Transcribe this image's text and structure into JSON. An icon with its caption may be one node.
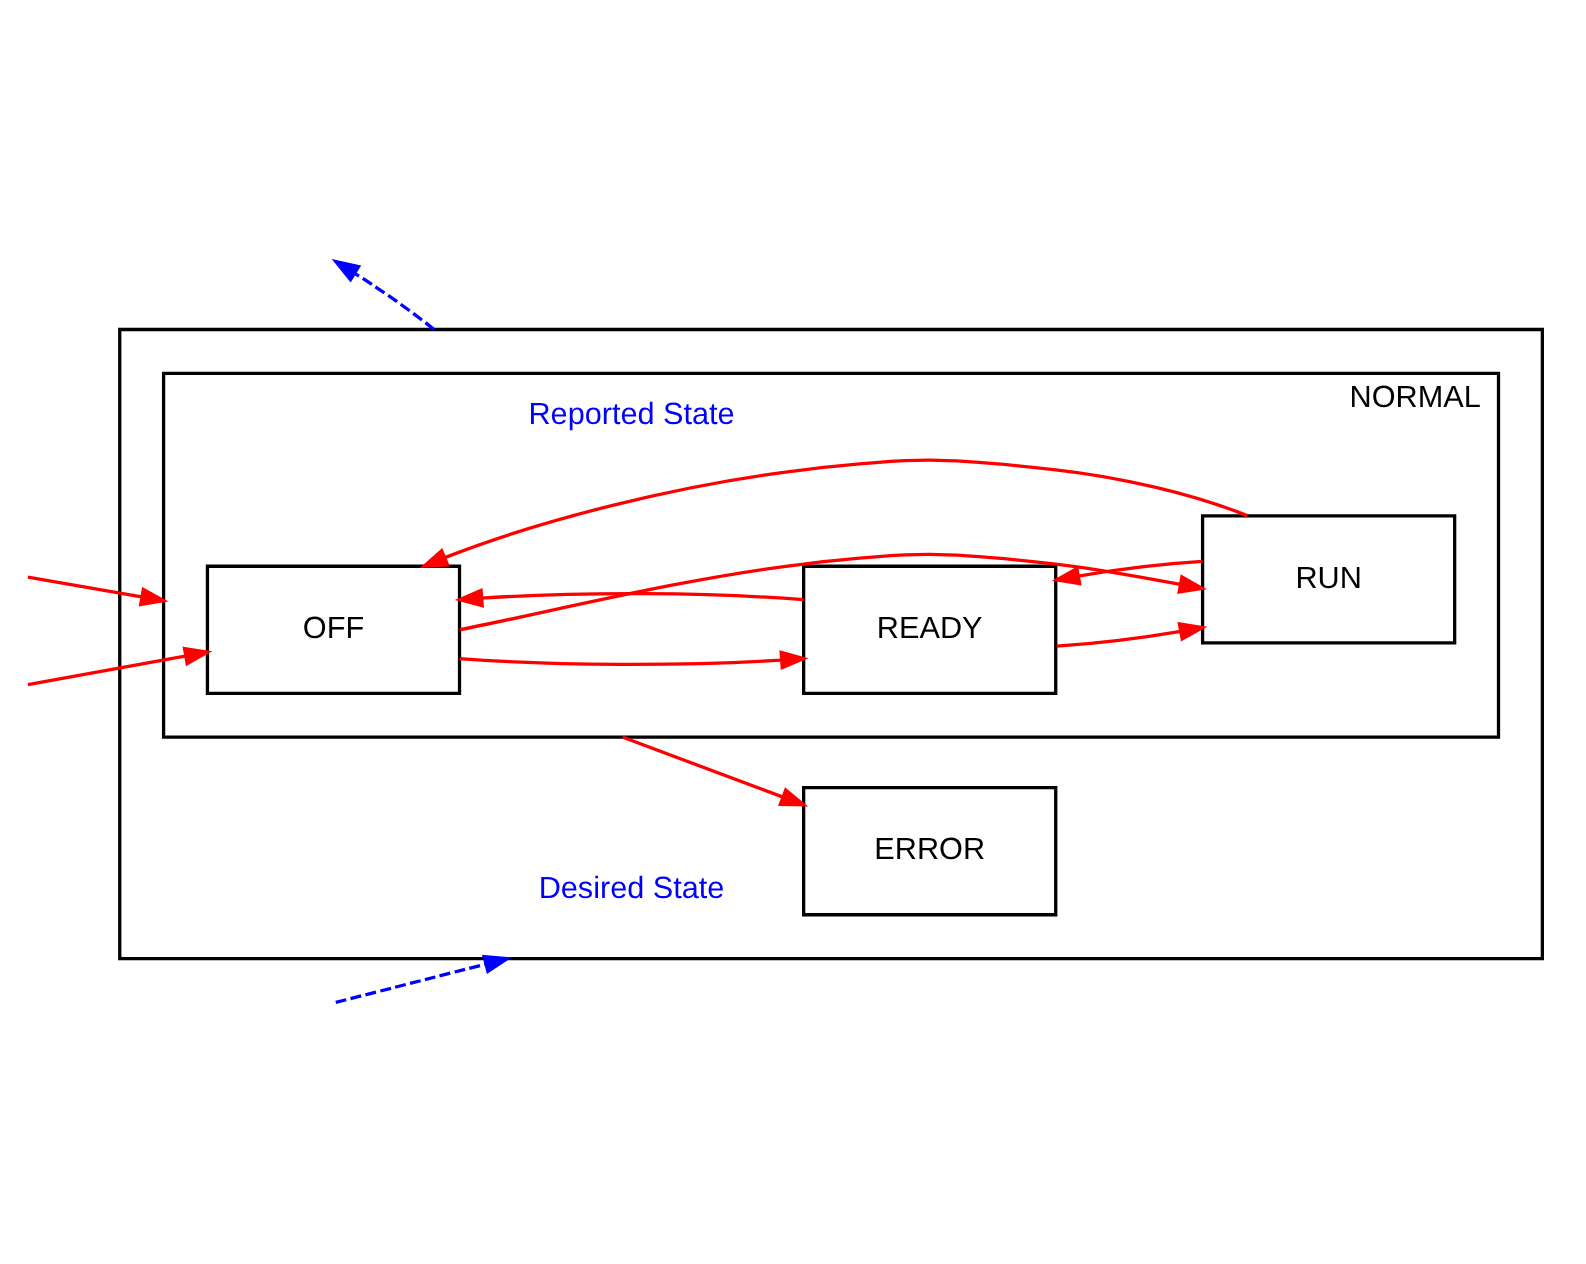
{
  "diagram": {
    "nodes": [
      {
        "text": [],
        "shape": "box"
      },
      {
        "text": [
          "NORMAL"
        ],
        "in": 0
      },
      {
        "text": [
          "OFF"
        ],
        "in": 1
      },
      {
        "text": [
          "READY"
        ],
        "in": 1
      },
      {
        "text": [
          "RUN"
        ],
        "in": 1
      },
      {
        "text": [
          "ERROR"
        ],
        "in": 0
      }
    ],
    "edges": [
      {
        "from": null,
        "to": 0,
        "arrow": "to",
        "label": "Desired State",
        "style": "dashed",
        "color": "#0000ff"
      },
      {
        "from": 0,
        "to": null,
        "arrow": "to",
        "label": "Reported State",
        "style": "dashed",
        "color": "#0000ff"
      },
      {
        "from": null,
        "to": 1,
        "arrow": "to"
      },
      {
        "from": null,
        "to": 2,
        "arrow": "to"
      },
      {
        "from": 2,
        "to": 3,
        "arrow": "to"
      },
      {
        "from": 3,
        "to": 2,
        "arrow": "to"
      },
      {
        "from": 2,
        "to": 4,
        "arrow": "to"
      },
      {
        "from": 4,
        "to": 2,
        "arrow": "to"
      },
      {
        "from": 4,
        "to": 3,
        "arrow": "to"
      },
      {
        "from": 3,
        "to": 4,
        "arrow": "to"
      },
      {
        "from": 1,
        "to": 5,
        "arrow": "to"
      }
    ]
  }
}
